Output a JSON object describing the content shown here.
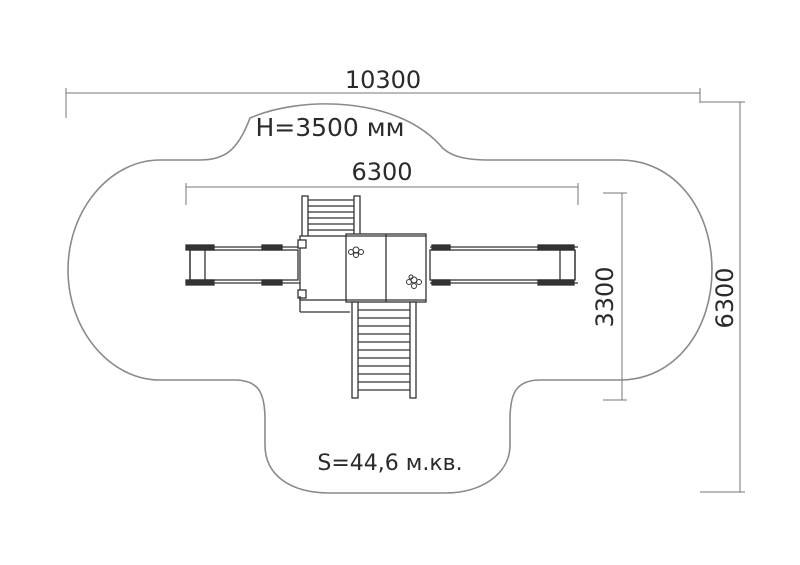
{
  "dimensions": {
    "total_width": "10300",
    "equipment_width": "6300",
    "equipment_depth": "3300",
    "total_depth": "6300"
  },
  "labels": {
    "height": "H=3500 мм",
    "area": "S=44,6 м.кв."
  },
  "colors": {
    "line": "#333333",
    "dim_line": "#555555",
    "text": "#2a2a2a"
  }
}
